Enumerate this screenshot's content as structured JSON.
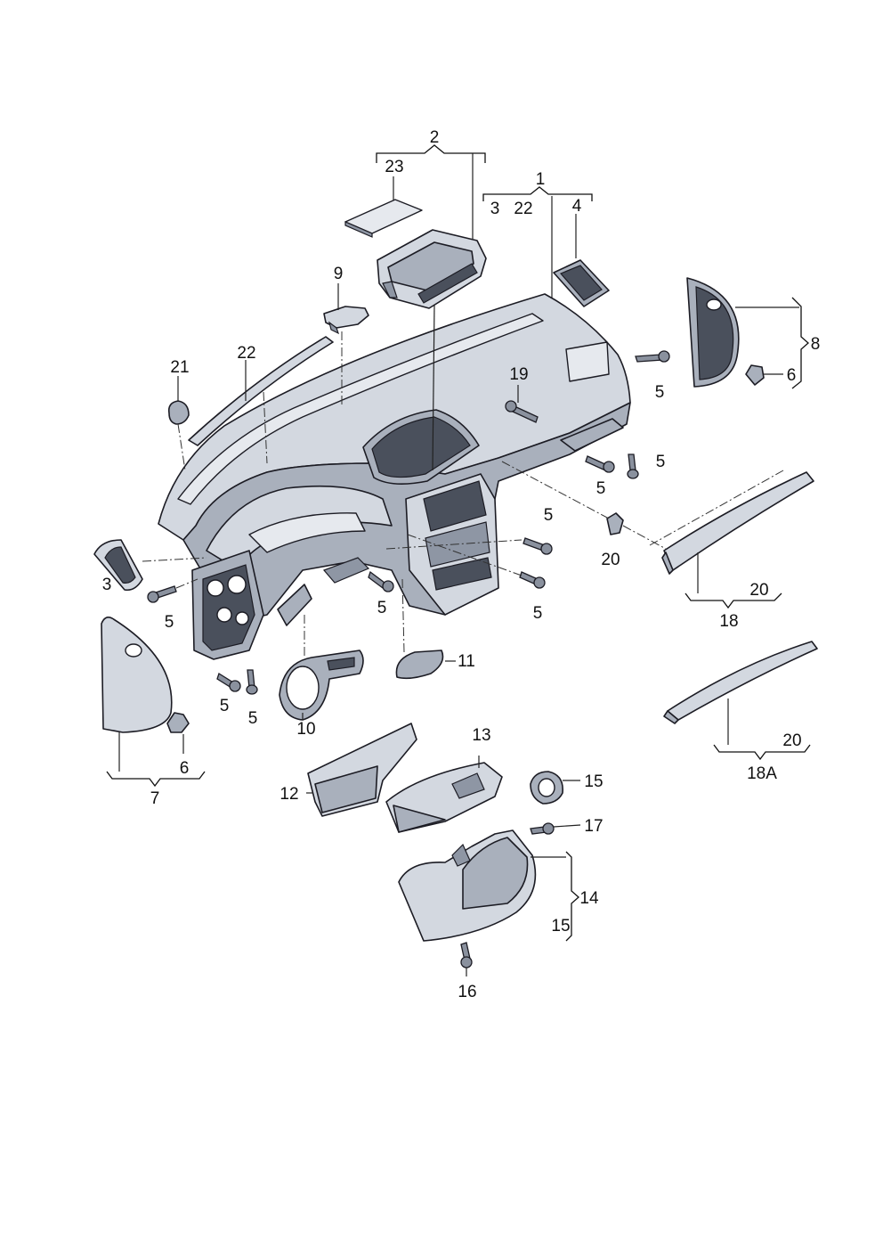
{
  "callouts": {
    "c1": "1",
    "c2": "2",
    "c3": "3",
    "c3b": "3",
    "c4": "4",
    "c5a": "5",
    "c5b": "5",
    "c5c": "5",
    "c5d": "5",
    "c5e": "5",
    "c5f": "5",
    "c5g": "5",
    "c5h": "5",
    "c6a": "6",
    "c6b": "6",
    "c7": "7",
    "c8": "8",
    "c9": "9",
    "c10": "10",
    "c11": "11",
    "c12": "12",
    "c13": "13",
    "c14": "14",
    "c15a": "15",
    "c15b": "15",
    "c16": "16",
    "c17": "17",
    "c18": "18",
    "c18a": "18A",
    "c19": "19",
    "c20a": "20",
    "c20b": "20",
    "c20c": "20",
    "c21": "21",
    "c22a": "22",
    "c22b": "22",
    "c23": "23"
  },
  "colors": {
    "part_fill": "#d3d8e0",
    "part_dark": "#a9b0bc",
    "outline": "#1c1c24",
    "background": "#ffffff"
  }
}
